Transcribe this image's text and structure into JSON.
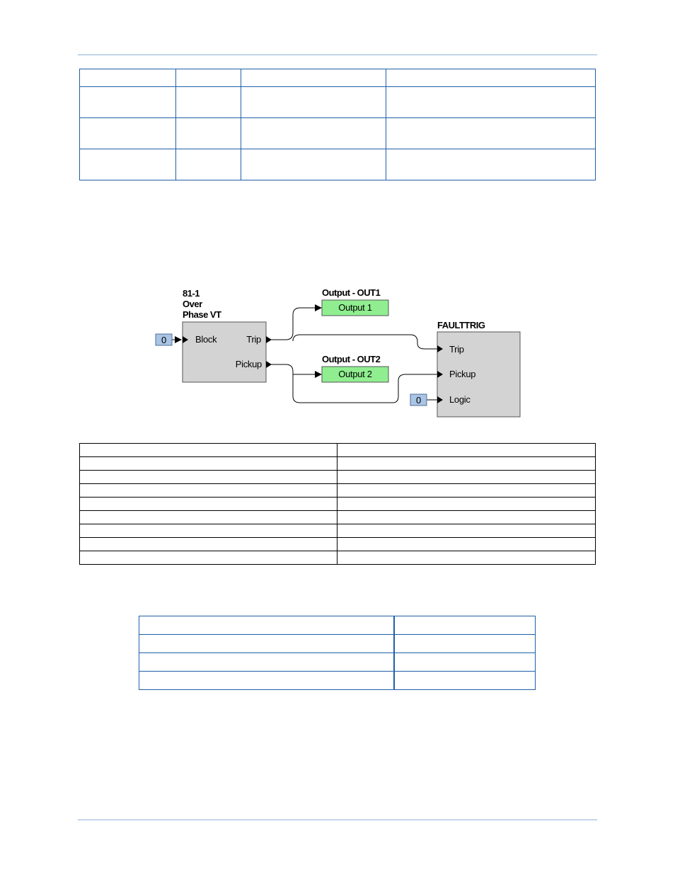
{
  "diagram": {
    "element_81": {
      "title_lines": [
        "81-1",
        "Over",
        "Phase VT"
      ],
      "in_block": "Block",
      "out_trip": "Trip",
      "out_pickup": "Pickup"
    },
    "const_block": "0",
    "out1": {
      "title": "Output - OUT1",
      "label": "Output 1"
    },
    "out2": {
      "title": "Output - OUT2",
      "label": "Output 2"
    },
    "faulttrig": {
      "title": "FAULTTRIG",
      "in_trip": "Trip",
      "in_pickup": "Pickup",
      "in_logic": "Logic"
    },
    "const_logic": "0",
    "colors": {
      "block_fill": "#d3d3d3",
      "output_fill": "#90ee90",
      "const_fill": "#a9c4e4",
      "wire": "#000000"
    }
  }
}
